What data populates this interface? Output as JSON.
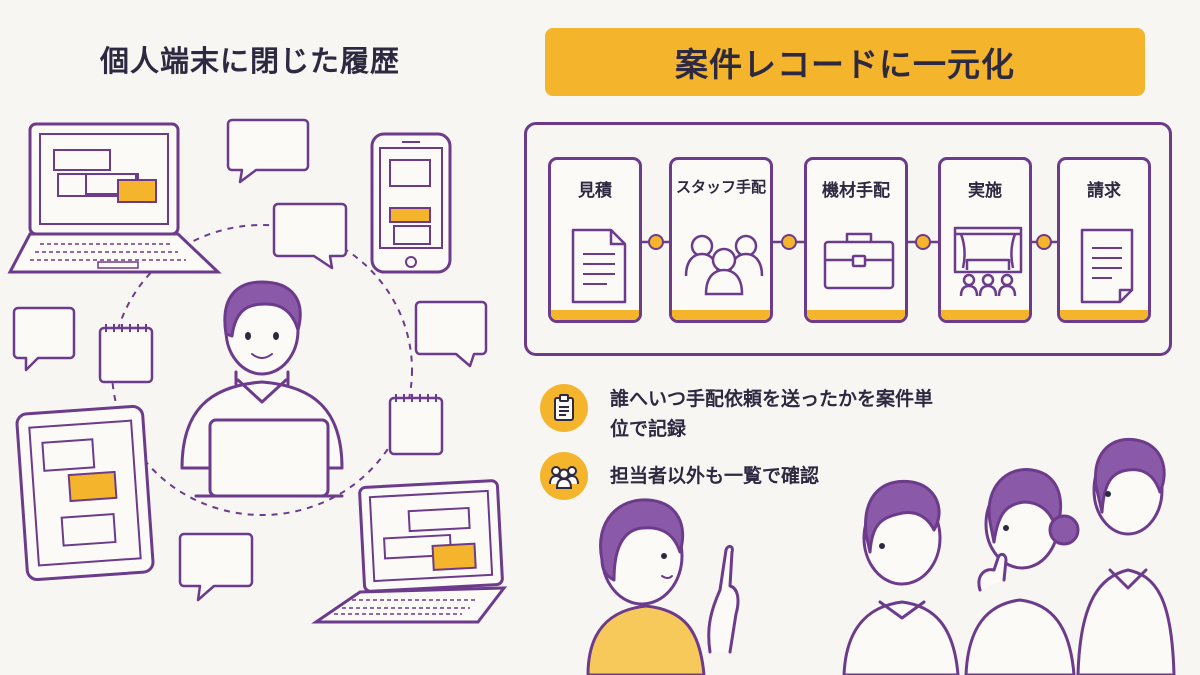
{
  "left": {
    "title": "個人端末に閉じた履歴"
  },
  "right": {
    "banner": "案件レコードに一元化",
    "flow_steps": [
      {
        "label": "見積",
        "icon": "document-icon"
      },
      {
        "label": "スタッフ手配",
        "icon": "staff-group-icon"
      },
      {
        "label": "機材手配",
        "icon": "equipment-case-icon"
      },
      {
        "label": "実施",
        "icon": "stage-audience-icon"
      },
      {
        "label": "請求",
        "icon": "invoice-icon"
      }
    ],
    "bullets": [
      {
        "text": "誰へいつ手配依頼を送ったかを案件単位で記録",
        "icon": "clipboard-icon"
      },
      {
        "text": "担当者以外も一覧で確認",
        "icon": "team-icon"
      }
    ]
  },
  "colors": {
    "accent": "#f4b52c",
    "outline": "#6c3b8b",
    "hair": "#8a5aa8",
    "text": "#2d2940",
    "background": "#f7f6f3"
  }
}
